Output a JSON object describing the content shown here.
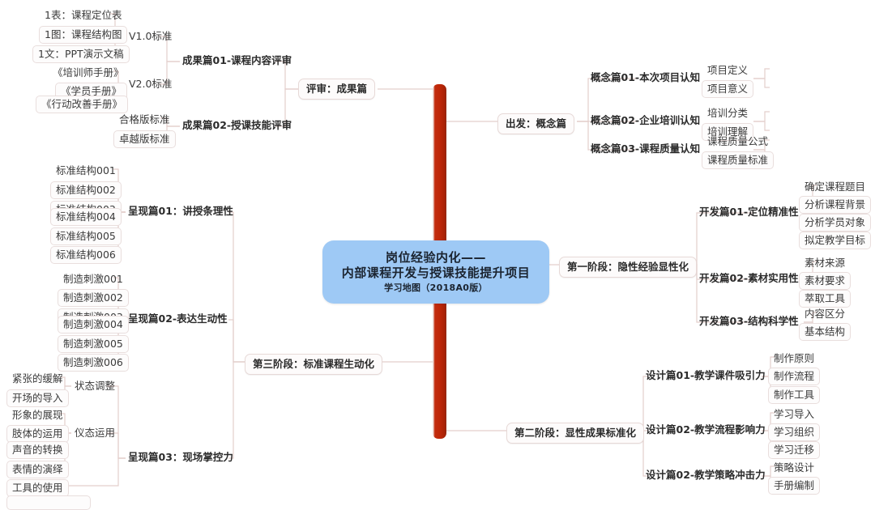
{
  "meta": {
    "diagram_type": "mind-map",
    "colors": {
      "central_fill": "#9ec9f5",
      "spine_red": "#bf2708",
      "connector": "#e3cfcc",
      "node_border": "#e7d9d7",
      "text": "#2b2b2b"
    }
  },
  "central": {
    "line1": "岗位经验内化——",
    "line2": "内部课程开发与授课技能提升项目",
    "line3": "学习地图（2018A0版）"
  },
  "branches": {
    "review": {
      "label": "评审：成果篇",
      "children": [
        {
          "label": "成果篇01-课程内容评审",
          "groups": [
            {
              "label": "V1.0标准",
              "items": [
                "1表：课程定位表",
                "1图：课程结构图",
                "1文：PPT演示文稿"
              ]
            },
            {
              "label": "V2.0标准",
              "items": [
                "《培训师手册》",
                "《学员手册》",
                "《行动改善手册》"
              ]
            }
          ]
        },
        {
          "label": "成果篇02-授课技能评审",
          "groups": [
            {
              "label": "",
              "items": [
                "合格版标准",
                "卓越版标准"
              ]
            }
          ]
        }
      ]
    },
    "concept": {
      "label": "出发：概念篇",
      "children": [
        {
          "label": "概念篇01-本次项目认知",
          "items": [
            "项目定义",
            "项目意义"
          ]
        },
        {
          "label": "概念篇02-企业培训认知",
          "items": [
            "培训分类",
            "培训理解"
          ]
        },
        {
          "label": "概念篇03-课程质量认知",
          "items": [
            "课程质量公式",
            "课程质量标准"
          ]
        }
      ]
    },
    "phase1": {
      "label": "第一阶段：隐性经验显性化",
      "children": [
        {
          "label": "开发篇01-定位精准性",
          "items": [
            "确定课程题目",
            "分析课程背景",
            "分析学员对象",
            "拟定教学目标"
          ]
        },
        {
          "label": "开发篇02-素材实用性",
          "items": [
            "素材来源",
            "素材要求",
            "萃取工具"
          ]
        },
        {
          "label": "开发篇03-结构科学性",
          "items": [
            "内容区分",
            "基本结构"
          ]
        }
      ]
    },
    "phase2": {
      "label": "第二阶段：显性成果标准化",
      "children": [
        {
          "label": "设计篇01-教学课件吸引力",
          "items": [
            "制作原则",
            "制作流程",
            "制作工具"
          ]
        },
        {
          "label": "设计篇02-教学流程影响力",
          "items": [
            "学习导入",
            "学习组织",
            "学习迁移"
          ]
        },
        {
          "label": "设计篇02-教学策略冲击力",
          "items": [
            "策略设计",
            "手册编制"
          ]
        }
      ]
    },
    "phase3": {
      "label": "第三阶段：标准课程生动化",
      "children": [
        {
          "label": "呈现篇01：讲授条理性",
          "groups": [
            {
              "label": "",
              "items": [
                "标准结构001",
                "标准结构002",
                "标准结构003",
                "标准结构004",
                "标准结构005",
                "标准结构006"
              ]
            }
          ]
        },
        {
          "label": "呈现篇02-表达生动性",
          "groups": [
            {
              "label": "",
              "items": [
                "制造刺激001",
                "制造刺激002",
                "制造刺激003",
                "制造刺激004",
                "制造刺激005",
                "制造刺激006"
              ]
            }
          ]
        },
        {
          "label": "呈现篇03：现场掌控力",
          "groups": [
            {
              "label": "状态调整",
              "items": [
                "紧张的缓解",
                "开场的导入"
              ]
            },
            {
              "label": "仪态运用",
              "items": [
                "形象的展现",
                "肢体的运用",
                "声音的转换",
                "表情的演绎"
              ]
            },
            {
              "label": "",
              "items": [
                "工具的使用"
              ]
            }
          ]
        }
      ]
    }
  }
}
